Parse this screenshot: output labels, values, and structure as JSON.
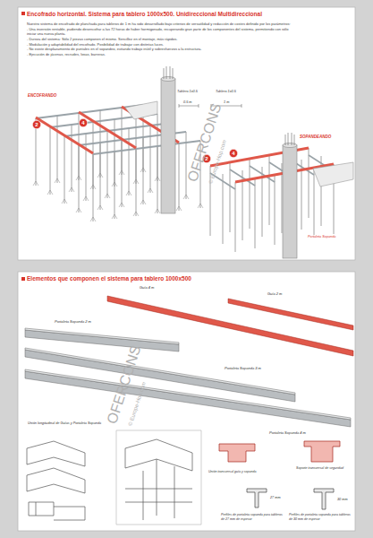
{
  "diagram": {
    "nodes": [
      {
        "text": [
          "Encofrado horizontal. Sistema para tablero 1000x500. Unidireccional Multidireccional",
          "Nuestro sistema de encofrado de planchada para tableros de 1 m ha sido desarrollado bajo criterios de versatilidad y reducción de costes definido por los parámetros:",
          "- Una inversión rentable, pudiendo desencofrar a las 72 horas de haber hormigonado, recuperando gran parte de los componentes del sistema, permitiendo con sólo iniciar una nueva planta.",
          "- Dureza del sistema: Sólo 2 piezas componen el mismo. Sencillez en el montaje, más rápidos.",
          "- Modulación y adaptabilidad del encofrado. Posibilidad de trabajar con distintas luces.",
          "- No existe desplazamiento de puntales en el sopandeo, evitando trabajo inútil y sobresfuerzos a la estructura.",
          "- Ejecución de jácenas, recrudes, losas, barreras."
        ]
      },
      {
        "text": [
          "2"
        ],
        "in": 0
      },
      {
        "text": [
          "4"
        ],
        "in": 0
      },
      {
        "text": [
          "2"
        ],
        "in": 0
      },
      {
        "text": [
          "4"
        ],
        "in": 0
      },
      {
        "text": [
          "Elementos que componen el sistema para tablero 1000x500"
        ]
      }
    ],
    "labels": [
      "ENCOFRANDO",
      "Tablero 1x0.5",
      "Tablero 1x0.5",
      "0.5 m",
      "1 m",
      "SOPANDEANDO",
      "Portaleta Sopanda",
      "Guía 4 m",
      "Guía 2 m",
      "Portaleta Sopanda 2 m",
      "Portaleta Sopanda 3 m",
      "Unión longitudinal de Guías y Portaleta Sopanda",
      "Portaleta Sopanda 4 m",
      "Unión transversal guía y sopanda",
      "Soporte transversal de seguridad",
      "27 mm",
      "30 mm",
      "Perfiles de portaleta sopanda para tableros de 27 mm de espesor",
      "Perfiles de portaleta sopanda para tableros de 30 mm de espesor",
      "OFERCONS",
      "© Europe-Hop.com",
      "OFERCONS",
      "© Europe-Hop.com"
    ]
  }
}
